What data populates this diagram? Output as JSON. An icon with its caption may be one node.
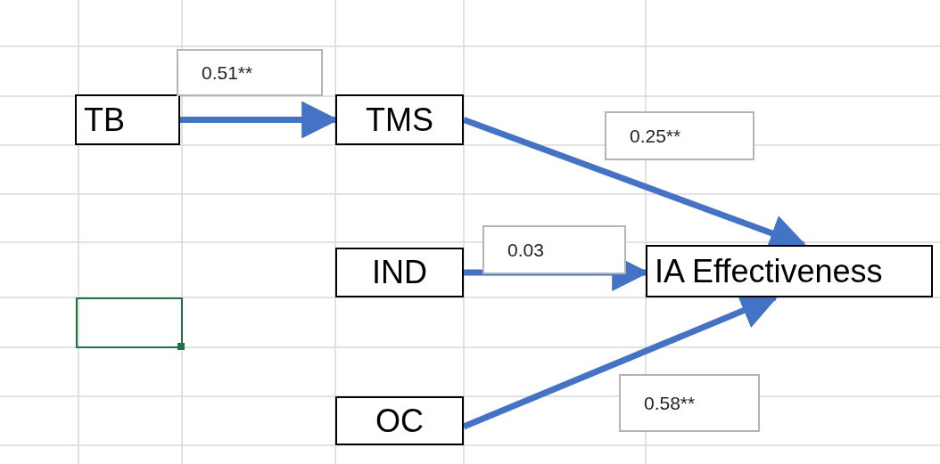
{
  "diagram": {
    "nodes": [
      {
        "text": [
          "TB"
        ]
      },
      {
        "text": [
          "TMS"
        ]
      },
      {
        "text": [
          "IND"
        ]
      },
      {
        "text": [
          "OC"
        ]
      },
      {
        "text": [
          "IA Effectiveness"
        ]
      }
    ],
    "edges": [
      {
        "from": 0,
        "to": 1,
        "arrow": "to",
        "label": "0.51**"
      },
      {
        "from": 1,
        "to": 4,
        "arrow": "to",
        "label": "0.25**"
      },
      {
        "from": 2,
        "to": 4,
        "arrow": "to",
        "label": "0.03"
      },
      {
        "from": 3,
        "to": 4,
        "arrow": "to",
        "label": "0.58**"
      }
    ]
  }
}
